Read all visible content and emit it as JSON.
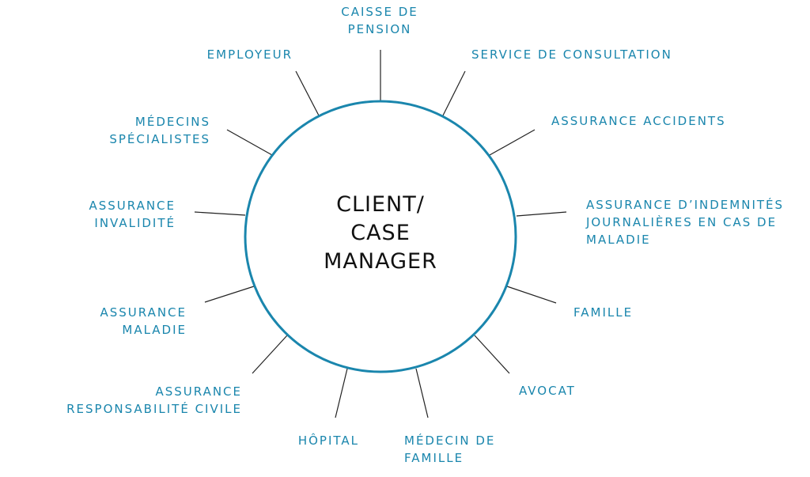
{
  "center": {
    "lines": "CLIENT/\nCASE\nMANAGER"
  },
  "nodes": [
    {
      "id": "caisse-de-pension",
      "label": "CAISSE DE\nPENSION"
    },
    {
      "id": "service-de-consultation",
      "label": "SERVICE DE CONSULTATION"
    },
    {
      "id": "assurance-accidents",
      "label": "ASSURANCE ACCIDENTS"
    },
    {
      "id": "assurance-indemnites",
      "label": "ASSURANCE D’INDEMNITÉS\nJOURNALIÈRES EN CAS DE\nMALADIE"
    },
    {
      "id": "famille",
      "label": "FAMILLE"
    },
    {
      "id": "avocat",
      "label": "AVOCAT"
    },
    {
      "id": "medecin-de-famille",
      "label": "MÉDECIN DE\nFAMILLE"
    },
    {
      "id": "hopital",
      "label": "HÔPITAL"
    },
    {
      "id": "assurance-responsabilite-civile",
      "label": "ASSURANCE\nRESPONSABILITÉ CIVILE"
    },
    {
      "id": "assurance-maladie",
      "label": "ASSURANCE\nMALADIE"
    },
    {
      "id": "assurance-invalidite",
      "label": "ASSURANCE\nINVALIDITÉ"
    },
    {
      "id": "medecins-specialistes",
      "label": "MÉDECINS\nSPÉCIALISTES"
    },
    {
      "id": "employeur",
      "label": "EMPLOYEUR"
    }
  ],
  "colors": {
    "circle": "#1a86ad",
    "label": "#1a86ad",
    "center_text": "#111111",
    "connector": "#222222"
  }
}
